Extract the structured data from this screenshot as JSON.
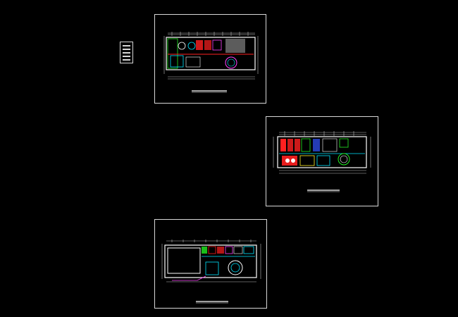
{
  "canvas": {
    "background": "#000000"
  },
  "colors": {
    "frame": "#d8d8d8",
    "wall": "#ffffff",
    "cyan": "#00e5ff",
    "red": "#ff2020",
    "green": "#22ee22",
    "yellow": "#ffee22",
    "magenta": "#ff44ff",
    "blue": "#3355ff",
    "gray": "#9a9a9a"
  },
  "sheets": [
    {
      "id": "sheet-1",
      "kind": "floor-plan"
    },
    {
      "id": "sheet-2",
      "kind": "floor-plan"
    },
    {
      "id": "sheet-3",
      "kind": "floor-plan"
    }
  ],
  "legend": {
    "kind": "drawing-index"
  }
}
